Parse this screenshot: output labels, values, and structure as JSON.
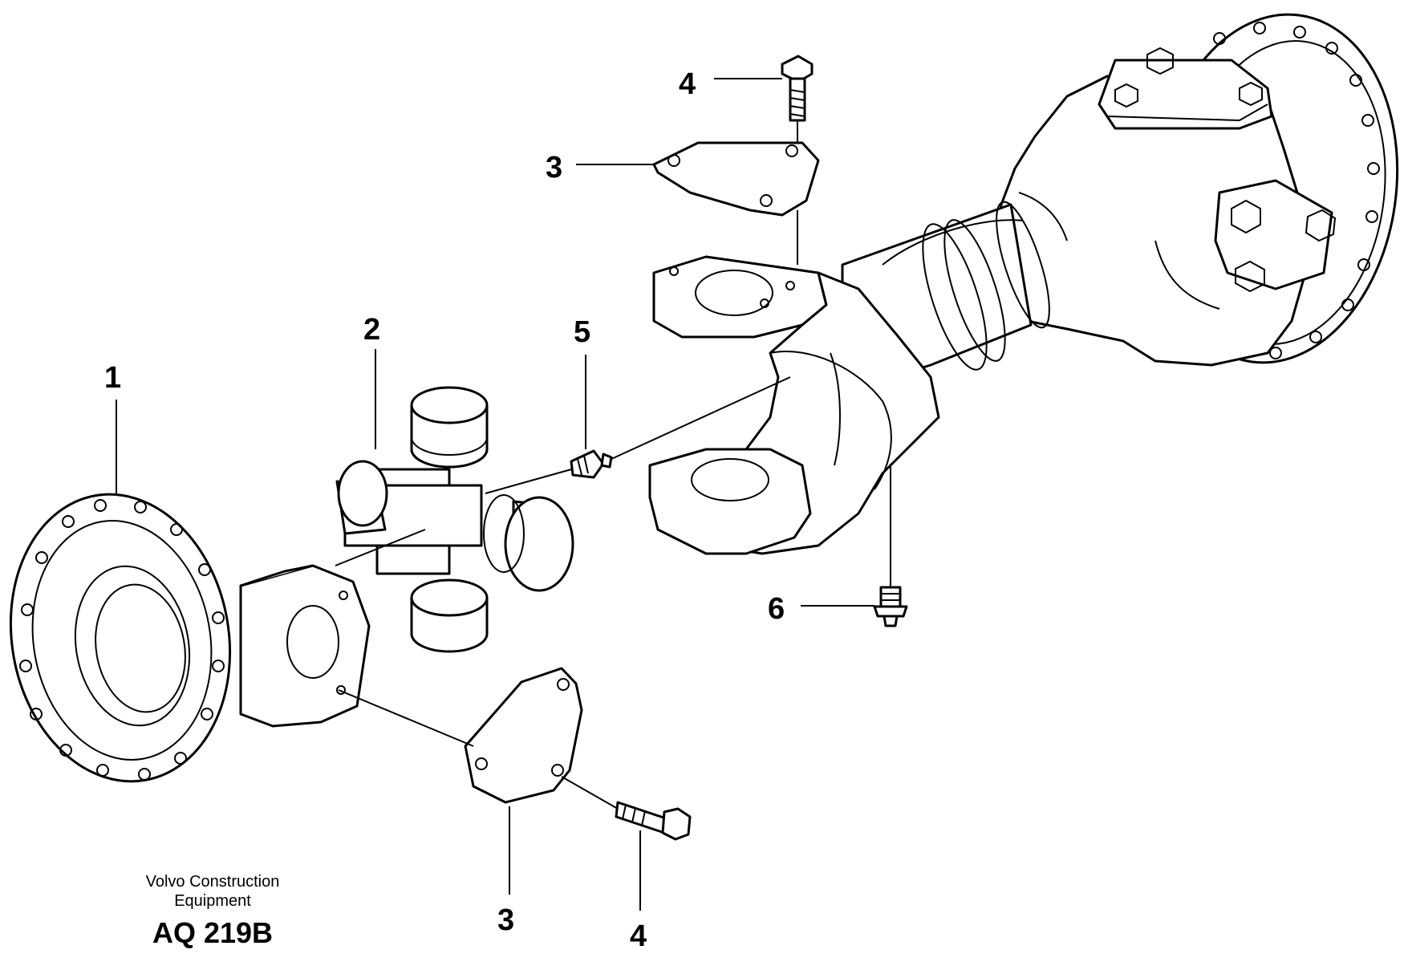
{
  "callouts": [
    {
      "id": "1",
      "label": "1"
    },
    {
      "id": "2",
      "label": "2"
    },
    {
      "id": "3a",
      "label": "3"
    },
    {
      "id": "3b",
      "label": "3"
    },
    {
      "id": "4a",
      "label": "4"
    },
    {
      "id": "4b",
      "label": "4"
    },
    {
      "id": "5",
      "label": "5"
    },
    {
      "id": "6",
      "label": "6"
    }
  ],
  "credit": {
    "line1": "Volvo Construction",
    "line2": "Equipment"
  },
  "drawing_code": "AQ 219B"
}
